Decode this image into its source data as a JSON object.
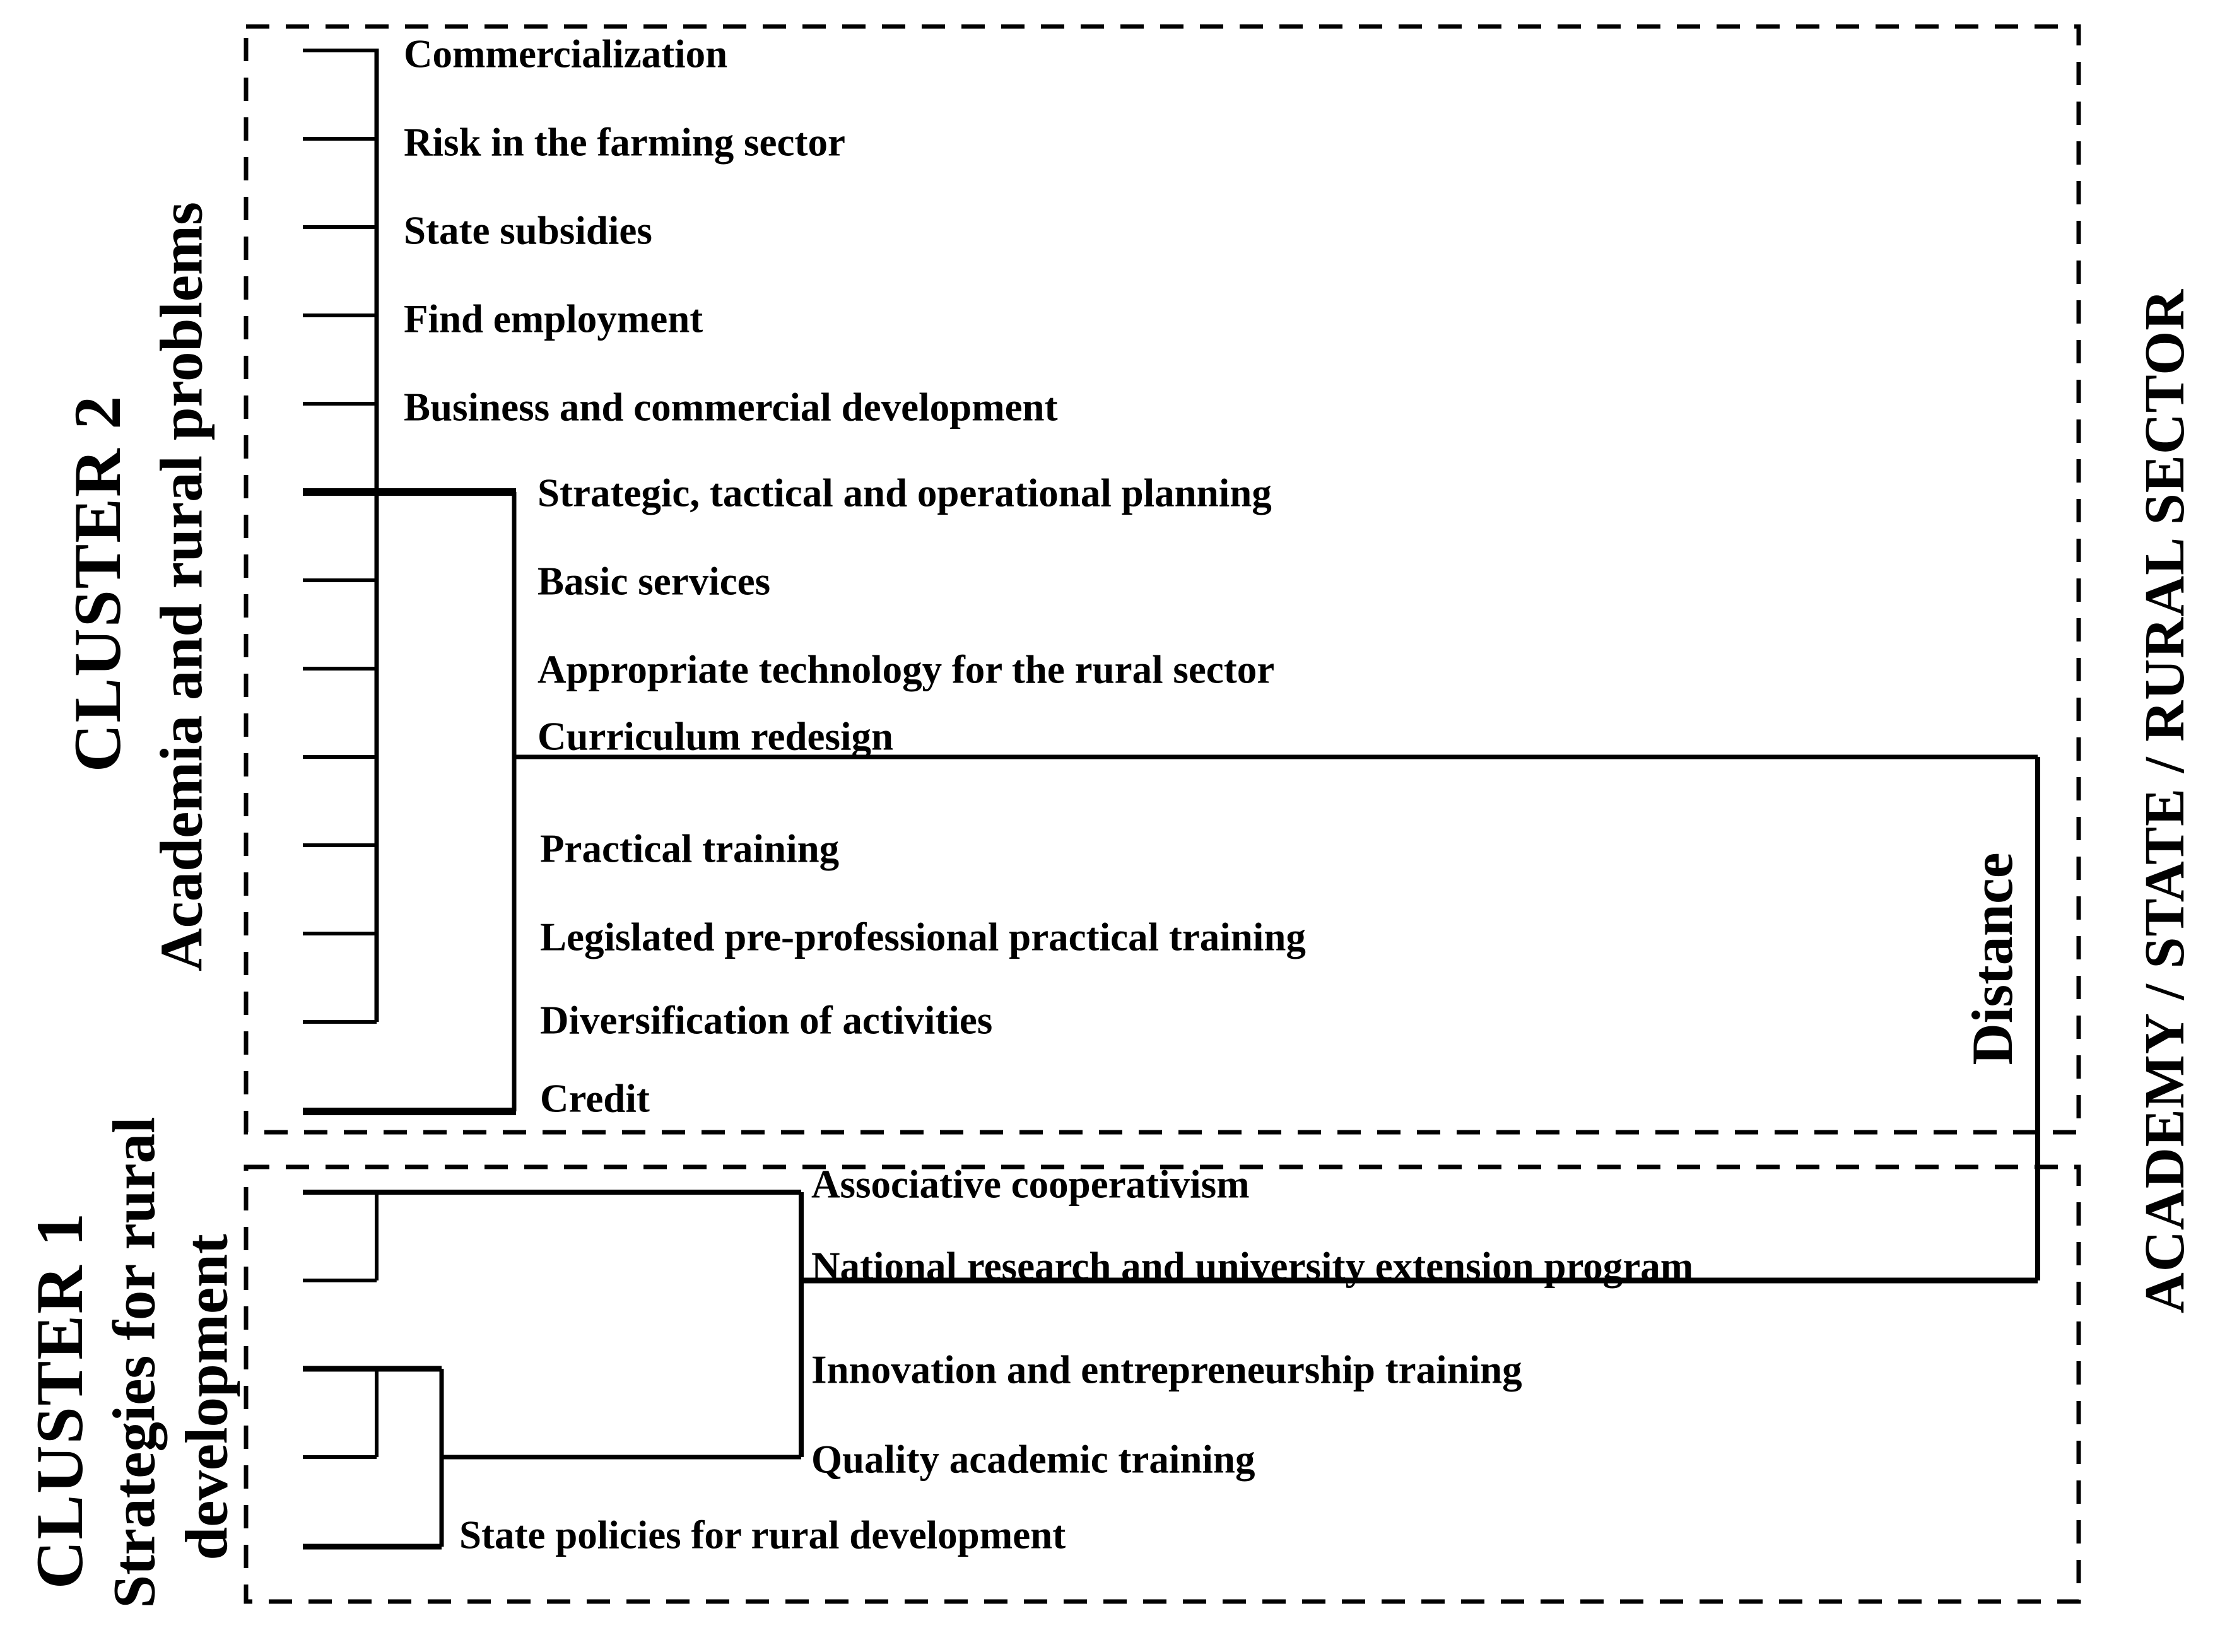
{
  "figure": {
    "type": "dendrogram",
    "background_color": "#ffffff",
    "line_color": "#000000"
  },
  "clusters": [
    {
      "id": "cluster-2",
      "title": "CLUSTER 2",
      "subtitle": "Academia and rural problems",
      "leaves": [
        "Commercialization",
        "Risk in the farming sector",
        "State subsidies",
        "Find employment",
        "Business and commercial development",
        "Strategic, tactical and operational planning",
        "Basic services",
        "Appropriate technology for the rural sector",
        "Curriculum redesign",
        "Practical training",
        "Legislated pre-professional practical training",
        "Diversification of activities",
        "Credit"
      ]
    },
    {
      "id": "cluster-1",
      "title": "CLUSTER 1",
      "subtitle_lines": [
        "Strategies for rural",
        "development"
      ],
      "leaves": [
        "Associative cooperativism",
        "National research and university extension program",
        "Innovation and entrepreneurship training",
        "Quality academic training",
        "State policies for rural development"
      ]
    }
  ],
  "axes": {
    "distance_label": "Distance",
    "right_axis_label": "ACADEMY / STATE / RURAL SECTOR"
  }
}
